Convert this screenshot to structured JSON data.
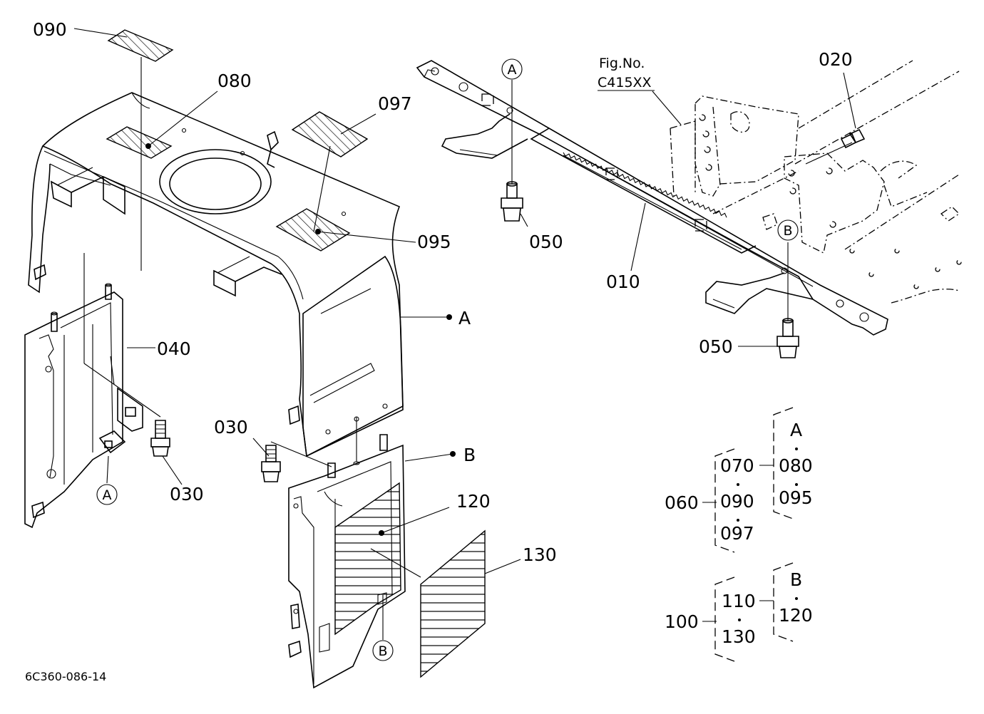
{
  "labels": {
    "p090": "090",
    "p080": "080",
    "p097": "097",
    "p095": "095",
    "p040": "040",
    "p030a": "030",
    "p030b": "030",
    "p120": "120",
    "p130": "130",
    "p020": "020",
    "p010": "010",
    "p050a": "050",
    "p050b": "050",
    "refA": "A",
    "refB": "B"
  },
  "callouts": {
    "a_left": "A",
    "a_top": "A",
    "b_right": "B",
    "b_bottom": "B"
  },
  "figref": {
    "line1": "Fig.No.",
    "line2": "C415XX"
  },
  "kits": {
    "k060": {
      "id": "060",
      "items": [
        "070",
        "090",
        "097"
      ],
      "sub_ref": "A",
      "sub_items": [
        "080",
        "095"
      ]
    },
    "k100": {
      "id": "100",
      "items": [
        "110",
        "130"
      ],
      "sub_ref": "B",
      "sub_items": [
        "120"
      ]
    }
  },
  "drawing_code": "6C360-086-14"
}
